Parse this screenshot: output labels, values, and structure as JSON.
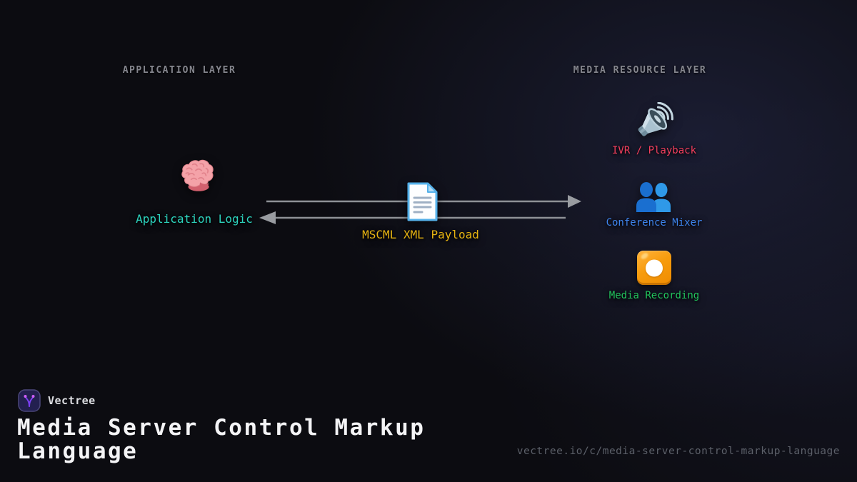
{
  "application_layer": {
    "title": "APPLICATION LAYER",
    "node": {
      "label": "Application Logic",
      "icon": "brain-icon",
      "label_color": "#2dd4bf"
    }
  },
  "media_layer": {
    "title": "MEDIA RESOURCE LAYER",
    "items": [
      {
        "label": "IVR / Playback",
        "icon": "loudspeaker-icon",
        "label_color": "#f43f5e"
      },
      {
        "label": "Conference Mixer",
        "icon": "people-icon",
        "label_color": "#3f86f0"
      },
      {
        "label": "Media Recording",
        "icon": "record-icon",
        "label_color": "#22c55e"
      }
    ]
  },
  "connection": {
    "label": "MSCML XML Payload",
    "label_color": "#e7b412",
    "icon": "document-icon",
    "direction": "bidirectional",
    "arrow_color": "#8e9196"
  },
  "footer": {
    "brand": "Vectree",
    "title": "Media Server Control Markup Language",
    "url": "vectree.io/c/media-server-control-markup-language",
    "logo_accent": "#7a3ff2"
  },
  "background": {
    "base": "#0c0c11",
    "glow": "#262a4c"
  }
}
